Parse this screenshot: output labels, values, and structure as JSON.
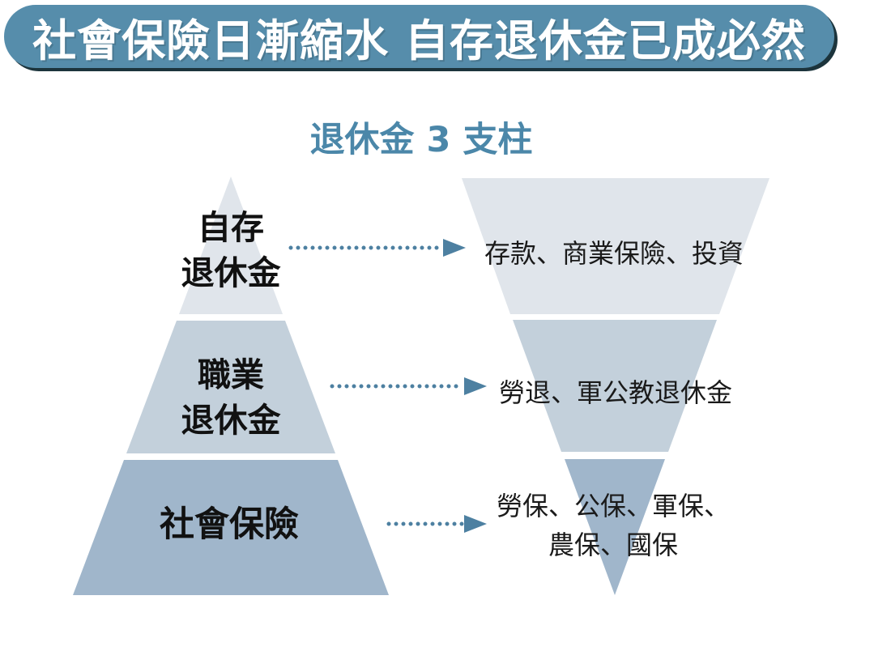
{
  "banner": {
    "title": "社會保險日漸縮水 自存退休金已成必然"
  },
  "diagram": {
    "subtitle": "退休金 3 支柱",
    "tiers": [
      {
        "name": "self-saved-pension",
        "label": "自存\n退休金",
        "description": "存款、商業保險、投資"
      },
      {
        "name": "occupational-pension",
        "label": "職業\n退休金",
        "description": "勞退、軍公教退休金"
      },
      {
        "name": "social-insurance",
        "label": "社會保險",
        "description": "勞保、公保、軍保、\n農保、國保"
      }
    ]
  },
  "colors": {
    "banner_bg": "#568dab",
    "banner_text": "#ffffff",
    "banner_shadow": "#1c343c",
    "subtitle_text": "#4b87a9",
    "arrow": "#4d80a1",
    "tier_top": "#e0e5eb",
    "tier_middle": "#c3d0db",
    "tier_bottom": "#a0b6cb",
    "label_text": "#111111",
    "description_text": "#1a1a1a"
  }
}
